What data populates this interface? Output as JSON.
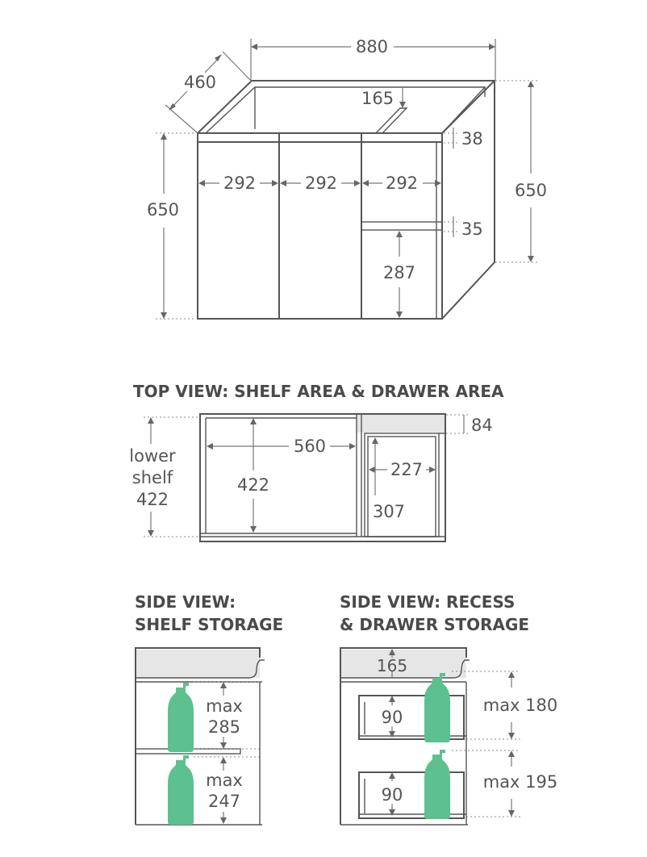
{
  "colors": {
    "line": "#555555",
    "text": "#555555",
    "bottle": "#5cc18f",
    "recess_fill": "#e6e6e6"
  },
  "front_view": {
    "width_overall": "880",
    "depth": "460",
    "recess_depth": "165",
    "top_thickness": "38",
    "height_left": "650",
    "height_right": "650",
    "door_width_1": "292",
    "door_width_2": "292",
    "door_width_3": "292",
    "drawer_gap": "35",
    "drawer_height": "287"
  },
  "top_view": {
    "heading": "TOP VIEW: SHELF AREA & DRAWER AREA",
    "lower_shelf_label_1": "lower",
    "lower_shelf_label_2": "shelf",
    "lower_shelf_value": "422",
    "shelf_width": "560",
    "shelf_depth": "422",
    "recess_offset": "84",
    "drawer_width": "227",
    "drawer_depth": "307"
  },
  "side_shelf": {
    "heading_1": "SIDE VIEW:",
    "heading_2": "SHELF STORAGE",
    "upper_max_label": "max",
    "upper_max_value": "285",
    "lower_max_label": "max",
    "lower_max_value": "247"
  },
  "side_drawer": {
    "heading_1": "SIDE VIEW: RECESS",
    "heading_2": "& DRAWER STORAGE",
    "recess_depth": "165",
    "upper_drawer_height": "90",
    "lower_drawer_height": "90",
    "upper_max": "max 180",
    "lower_max": "max 195"
  }
}
